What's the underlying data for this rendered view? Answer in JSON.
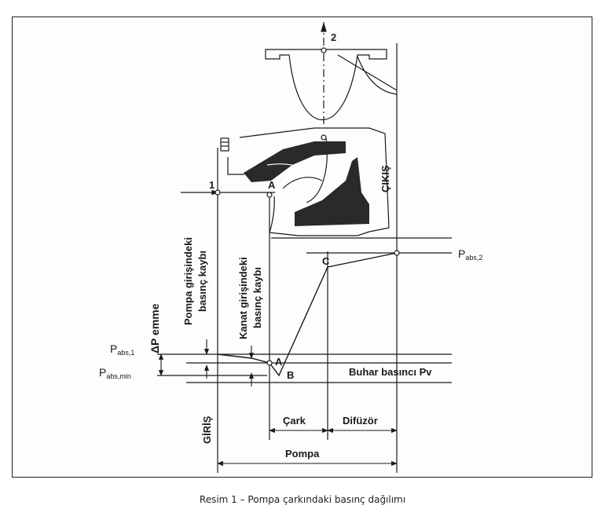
{
  "labels": {
    "point_1": "1",
    "point_2": "2",
    "point_a_top": "A",
    "point_a_bottom": "A",
    "point_b": "B",
    "point_c": "C",
    "p_abs2_main": "P",
    "p_abs2_sub": "abs,2",
    "p_abs1_main": "P",
    "p_abs1_sub": "abs,1",
    "p_absmin_main": "P",
    "p_absmin_sub": "abs,min",
    "delta_p": "ΔP emme",
    "vapor_pressure": "Buhar basıncı Pv",
    "cark": "Çark",
    "difuzor": "Difüzör",
    "pompa": "Pompa",
    "giris": "GİRİŞ",
    "cikis": "ÇIKIŞ",
    "pump_inlet_loss_1": "Pompa girişindeki",
    "pump_inlet_loss_2": "basınç kaybı",
    "blade_inlet_loss_1": "Kanat girişindeki",
    "blade_inlet_loss_2": "basınç kaybı"
  },
  "caption": "Resim 1 – Pompa çarkındaki basınç dağılımı",
  "colors": {
    "ink": "#1a1a1a",
    "fill": "#2a2a2a",
    "paper": "#fdfdfb"
  }
}
